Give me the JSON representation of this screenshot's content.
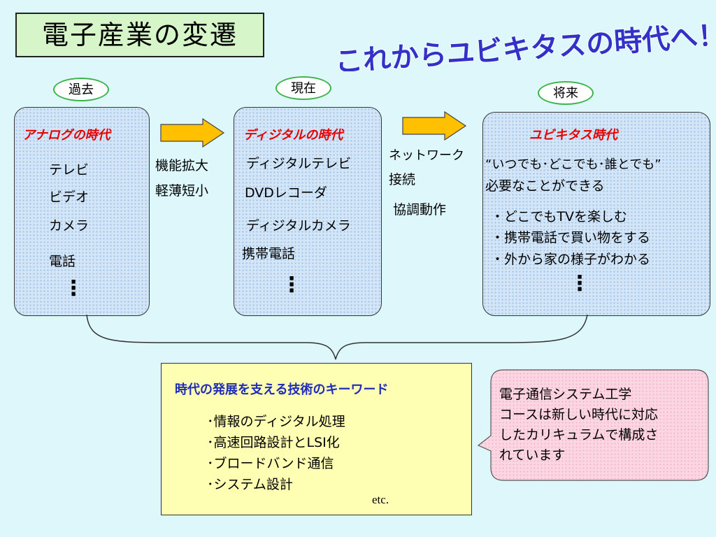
{
  "title": "電子産業の変遷",
  "banner": "これからユビキタスの時代へ！！",
  "eras": {
    "past": {
      "label": "過去",
      "heading": "アナログの時代",
      "items": [
        "テレビ",
        "ビデオ",
        "カメラ",
        "電話"
      ],
      "more": "⋮"
    },
    "present": {
      "label": "現在",
      "heading": "ディジタルの時代",
      "items": [
        "ディジタルテレビ",
        "DVDレコーダ",
        "ディジタルカメラ",
        "携帯電話"
      ],
      "more": "⋮"
    },
    "future": {
      "label": "将来",
      "heading": "ユビキタス時代",
      "quote_line1": "“いつでも･どこでも･誰とでも”",
      "quote_line2": "必要なことができる",
      "items": [
        "・どこでもTVを楽しむ",
        "・携帯電話で買い物をする",
        "・外から家の様子がわかる"
      ],
      "more": "⋮"
    }
  },
  "transitions": {
    "first": [
      "機能拡大",
      "軽薄短小"
    ],
    "second": [
      "ネットワーク",
      "接続",
      "協調動作"
    ]
  },
  "keywords": {
    "heading": "時代の発展を支える技術のキーワード",
    "items": [
      "･情報のディジタル処理",
      "･高速回路設計とLSI化",
      "･ブロードバンド通信",
      "･システム設計"
    ],
    "etc": "etc."
  },
  "course_note": [
    "電子通信システム工学",
    "コースは新しい時代に対応",
    "したカリキュラムで構成さ",
    "れています"
  ],
  "colors": {
    "background": "#ddf7fb",
    "era_heading": "#e60000",
    "banner": "#3232c8",
    "keyword_heading": "#1f2db8",
    "arrow": "#ffc000",
    "oval_border": "#3ab54a"
  }
}
